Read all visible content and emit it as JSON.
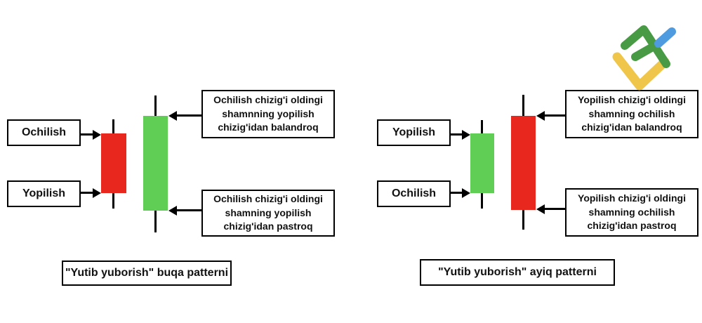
{
  "colors": {
    "bullish_green": "#60cd54",
    "bearish_red": "#e8281f",
    "outline_black": "#000000",
    "background": "#ffffff",
    "logo_green": "#489b44",
    "logo_blue": "#4e9be0",
    "logo_yellow": "#f0c64a"
  },
  "icons": {
    "logo": "litefinance-checkmark-logo"
  },
  "left": {
    "open_label": "Ochilish",
    "close_label": "Yopilish",
    "note_top": "Ochilish chizig'i oldingi\nshamnning yopilish\nchizig'idan balandroq",
    "note_bottom": "Ochilish chizig'i oldingi\nshamning yopilish\nchizig'idan pastroq",
    "caption": "\"Yutib yuborish\" buqa patterni",
    "candles": [
      {
        "order": 1,
        "direction": "bearish",
        "color": "red",
        "size": "small"
      },
      {
        "order": 2,
        "direction": "bullish",
        "color": "green",
        "size": "large-engulfing"
      }
    ]
  },
  "right": {
    "close_label": "Yopilish",
    "open_label": "Ochilish",
    "note_top": "Yopilish chizig'i oldingi\nshamning ochilish\nchizig'idan balandroq",
    "note_bottom": "Yopilish chizig'i oldingi\nshamning ochilish\nchizig'idan pastroq",
    "caption": "\"Yutib yuborish\" ayiq patterni",
    "candles": [
      {
        "order": 1,
        "direction": "bullish",
        "color": "green",
        "size": "small"
      },
      {
        "order": 2,
        "direction": "bearish",
        "color": "red",
        "size": "large-engulfing"
      }
    ]
  }
}
